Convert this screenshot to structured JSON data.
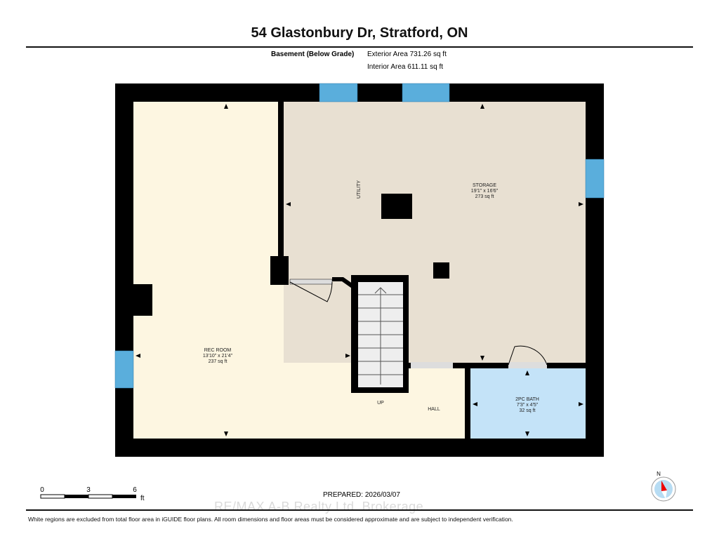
{
  "title": "54 Glastonbury Dr, Stratford, ON",
  "level": {
    "name": "Basement (Below Grade)",
    "exterior_area": "Exterior Area 731.26 sq ft",
    "interior_area": "Interior Area 611.11 sq ft"
  },
  "rooms": [
    {
      "name": "REC ROOM",
      "dims": "13'10\" x 21'4\"",
      "area": "237 sq ft"
    },
    {
      "name": "STORAGE",
      "dims": "19'1\" x 16'6\"",
      "area": "273 sq ft"
    },
    {
      "name": "2PC BATH",
      "dims": "7'3\" x 4'5\"",
      "area": "32 sq ft"
    }
  ],
  "labels": {
    "utility": "UTILITY",
    "hall": "HALL",
    "up": "UP"
  },
  "scale": {
    "ticks": [
      "0",
      "3",
      "6"
    ],
    "unit": "ft"
  },
  "compass": {
    "label": "N"
  },
  "prepared": "PREPARED: 2026/03/07",
  "watermark": "RE/MAX A-B Realty Ltd. Brokerage",
  "disclaimer": "White regions are excluded from total floor area in iGUIDE floor plans. All room dimensions and floor areas must be considered approximate and are subject to independent verification.",
  "colors": {
    "wall": "#000000",
    "rec": "#fdf6e1",
    "storage": "#e8e0d2",
    "bath": "#c4e3f8",
    "window": "#5aaedc"
  }
}
